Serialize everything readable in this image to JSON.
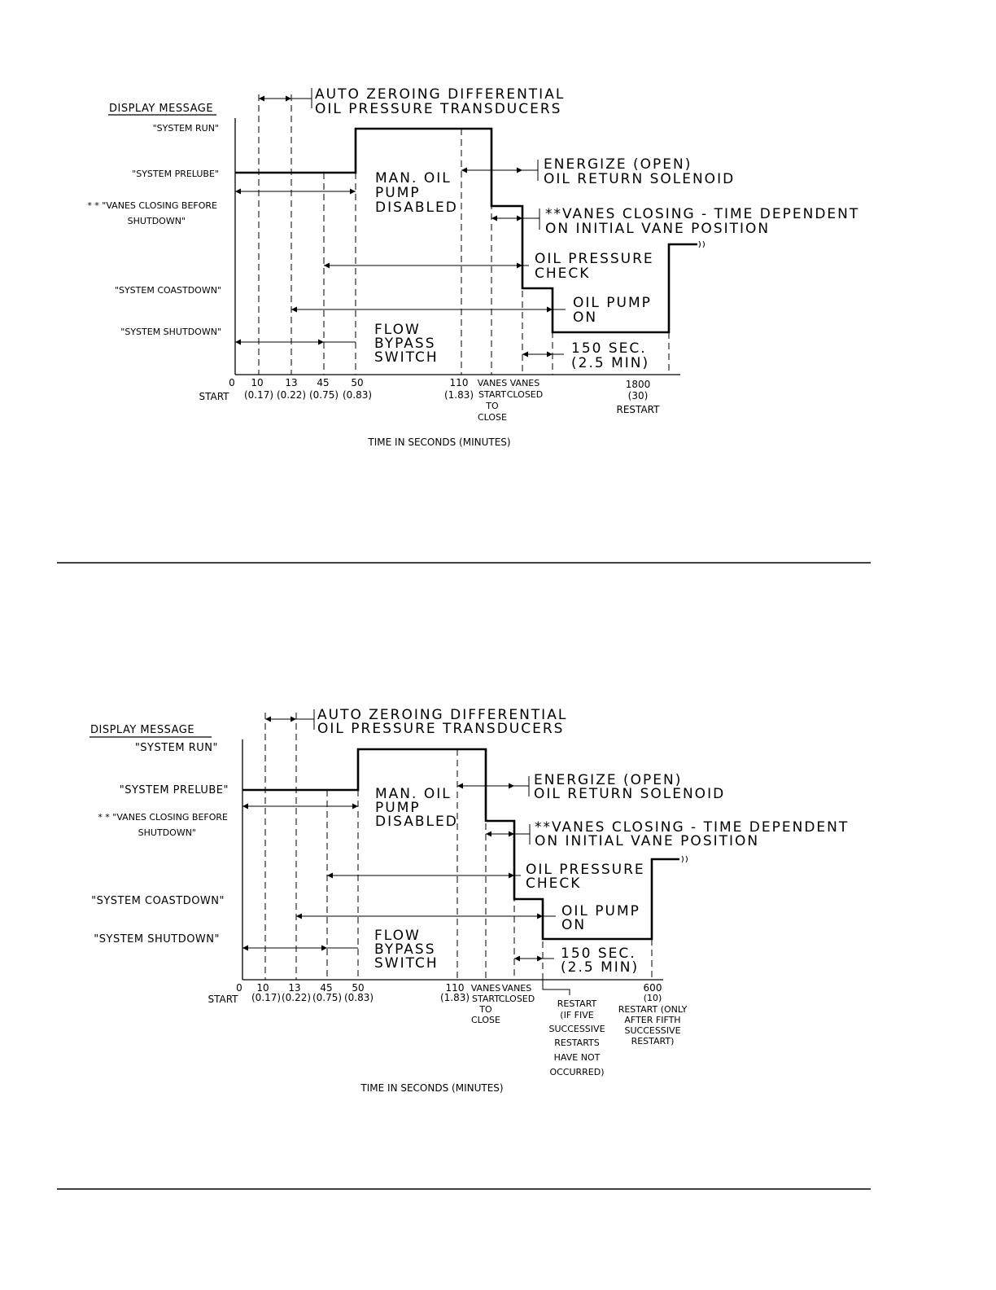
{
  "diagrams": [
    {
      "display_message_header": "DISPLAY MESSAGE",
      "states": {
        "run": "\"SYSTEM RUN\"",
        "prelube": "\"SYSTEM PRELUBE\"",
        "vanes_line1": "* * \"VANES CLOSING BEFORE",
        "vanes_line2": "SHUTDOWN\"",
        "coastdown": "\"SYSTEM COASTDOWN\"",
        "shutdown": "\"SYSTEM SHUTDOWN\""
      },
      "annotations": {
        "auto_zero_1": "AUTO ZEROING DIFFERENTIAL",
        "auto_zero_2": "OIL PRESSURE TRANSDUCERS",
        "energize_1": "ENERGIZE (OPEN)",
        "energize_2": "OIL RETURN SOLENOID",
        "vanes_closing_1": "**VANES CLOSING - TIME DEPENDENT",
        "vanes_closing_2": "ON INITIAL VANE POSITION",
        "man_oil_1": "MAN. OIL",
        "man_oil_2": "PUMP",
        "man_oil_3": "DISABLED",
        "oil_pressure_1": "OIL PRESSURE",
        "oil_pressure_2": "CHECK",
        "oil_pump_1": "OIL PUMP",
        "oil_pump_2": "ON",
        "flow_1": "FLOW",
        "flow_2": "BYPASS",
        "flow_3": "SWITCH",
        "sec150_1": "150 SEC.",
        "sec150_2": "(2.5 MIN)"
      },
      "ticks": {
        "t0": "0",
        "start": "START",
        "t10": "10",
        "t10m": "(0.17)",
        "t13": "13",
        "t13m": "(0.22)",
        "t45": "45",
        "t45m": "(0.75)",
        "t50": "50",
        "t50m": "(0.83)",
        "t110": "110",
        "t110m": "(1.83)",
        "vs_1": "VANES",
        "vs_2": "START",
        "vs_3": "TO",
        "vs_4": "CLOSE",
        "vc_1": "VANES",
        "vc_2": "CLOSED",
        "end_1": "1800",
        "end_2": "(30)",
        "end_3": "RESTART"
      },
      "axis_title": "TIME IN SECONDS (MINUTES)"
    },
    {
      "display_message_header": "DISPLAY MESSAGE",
      "states": {
        "run": "\"SYSTEM RUN\"",
        "prelube": "\"SYSTEM PRELUBE\"",
        "vanes_line1": "* * \"VANES CLOSING BEFORE",
        "vanes_line2": "SHUTDOWN\"",
        "coastdown": "\"SYSTEM COASTDOWN\"",
        "shutdown": "\"SYSTEM SHUTDOWN\""
      },
      "annotations": {
        "auto_zero_1": "AUTO ZEROING DIFFERENTIAL",
        "auto_zero_2": "OIL PRESSURE TRANSDUCERS",
        "energize_1": "ENERGIZE (OPEN)",
        "energize_2": "OIL RETURN SOLENOID",
        "vanes_closing_1": "**VANES CLOSING - TIME DEPENDENT",
        "vanes_closing_2": "ON INITIAL VANE POSITION",
        "man_oil_1": "MAN. OIL",
        "man_oil_2": "PUMP",
        "man_oil_3": "DISABLED",
        "oil_pressure_1": "OIL PRESSURE",
        "oil_pressure_2": "CHECK",
        "oil_pump_1": "OIL PUMP",
        "oil_pump_2": "ON",
        "flow_1": "FLOW",
        "flow_2": "BYPASS",
        "flow_3": "SWITCH",
        "sec150_1": "150 SEC.",
        "sec150_2": "(2.5 MIN)"
      },
      "ticks": {
        "t0": "0",
        "start": "START",
        "t10": "10",
        "t10m": "(0.17)",
        "t13": "13",
        "t13m": "(0.22)",
        "t45": "45",
        "t45m": "(0.75)",
        "t50": "50",
        "t50m": "(0.83)",
        "t110": "110",
        "t110m": "(1.83)",
        "vs_1": "VANES",
        "vs_2": "START",
        "vs_3": "TO",
        "vs_4": "CLOSE",
        "vc_1": "VANES",
        "vc_2": "CLOSED",
        "rs_1": "RESTART",
        "rs_2": "(IF FIVE",
        "rs_3": "SUCCESSIVE",
        "rs_4": "RESTARTS",
        "rs_5": "HAVE NOT",
        "rs_6": "OCCURRED)",
        "end_1": "600",
        "end_2": "(10)",
        "end_3": "RESTART (ONLY",
        "end_4": "AFTER FIFTH",
        "end_5": "SUCCESSIVE",
        "end_6": "RESTART)"
      },
      "axis_title": "TIME IN SECONDS (MINUTES)"
    }
  ]
}
